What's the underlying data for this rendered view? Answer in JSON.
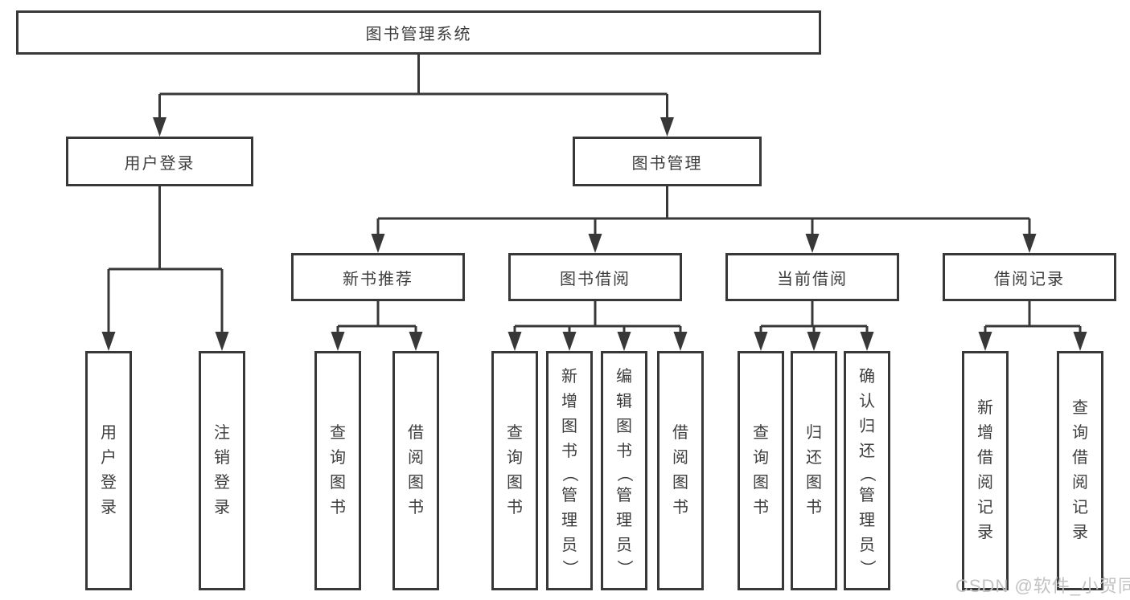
{
  "page": {
    "background": "#ffffff",
    "line_color": "#383838",
    "text_color": "#3d3d3d"
  },
  "diagram": {
    "root": {
      "label": "图书管理系统"
    },
    "level2": [
      {
        "label": "用户登录"
      },
      {
        "label": "图书管理"
      }
    ],
    "level3": [
      {
        "label": "新书推荐"
      },
      {
        "label": "图书借阅"
      },
      {
        "label": "当前借阅"
      },
      {
        "label": "借阅记录"
      }
    ],
    "leaves": {
      "user_login": [
        "用户登录",
        "注销登录"
      ],
      "new_book": [
        "查询图书",
        "借阅图书"
      ],
      "book_borrow": [
        "查询图书",
        "新增图书（管理员）",
        "编辑图书（管理员）",
        "借阅图书"
      ],
      "current_borrow": [
        "查询图书",
        "归还图书",
        "确认归还（管理员）"
      ],
      "borrow_record": [
        "新增借阅记录",
        "查询借阅记录"
      ]
    }
  },
  "watermark": {
    "text": "CSDN @软件_小贺同学"
  }
}
